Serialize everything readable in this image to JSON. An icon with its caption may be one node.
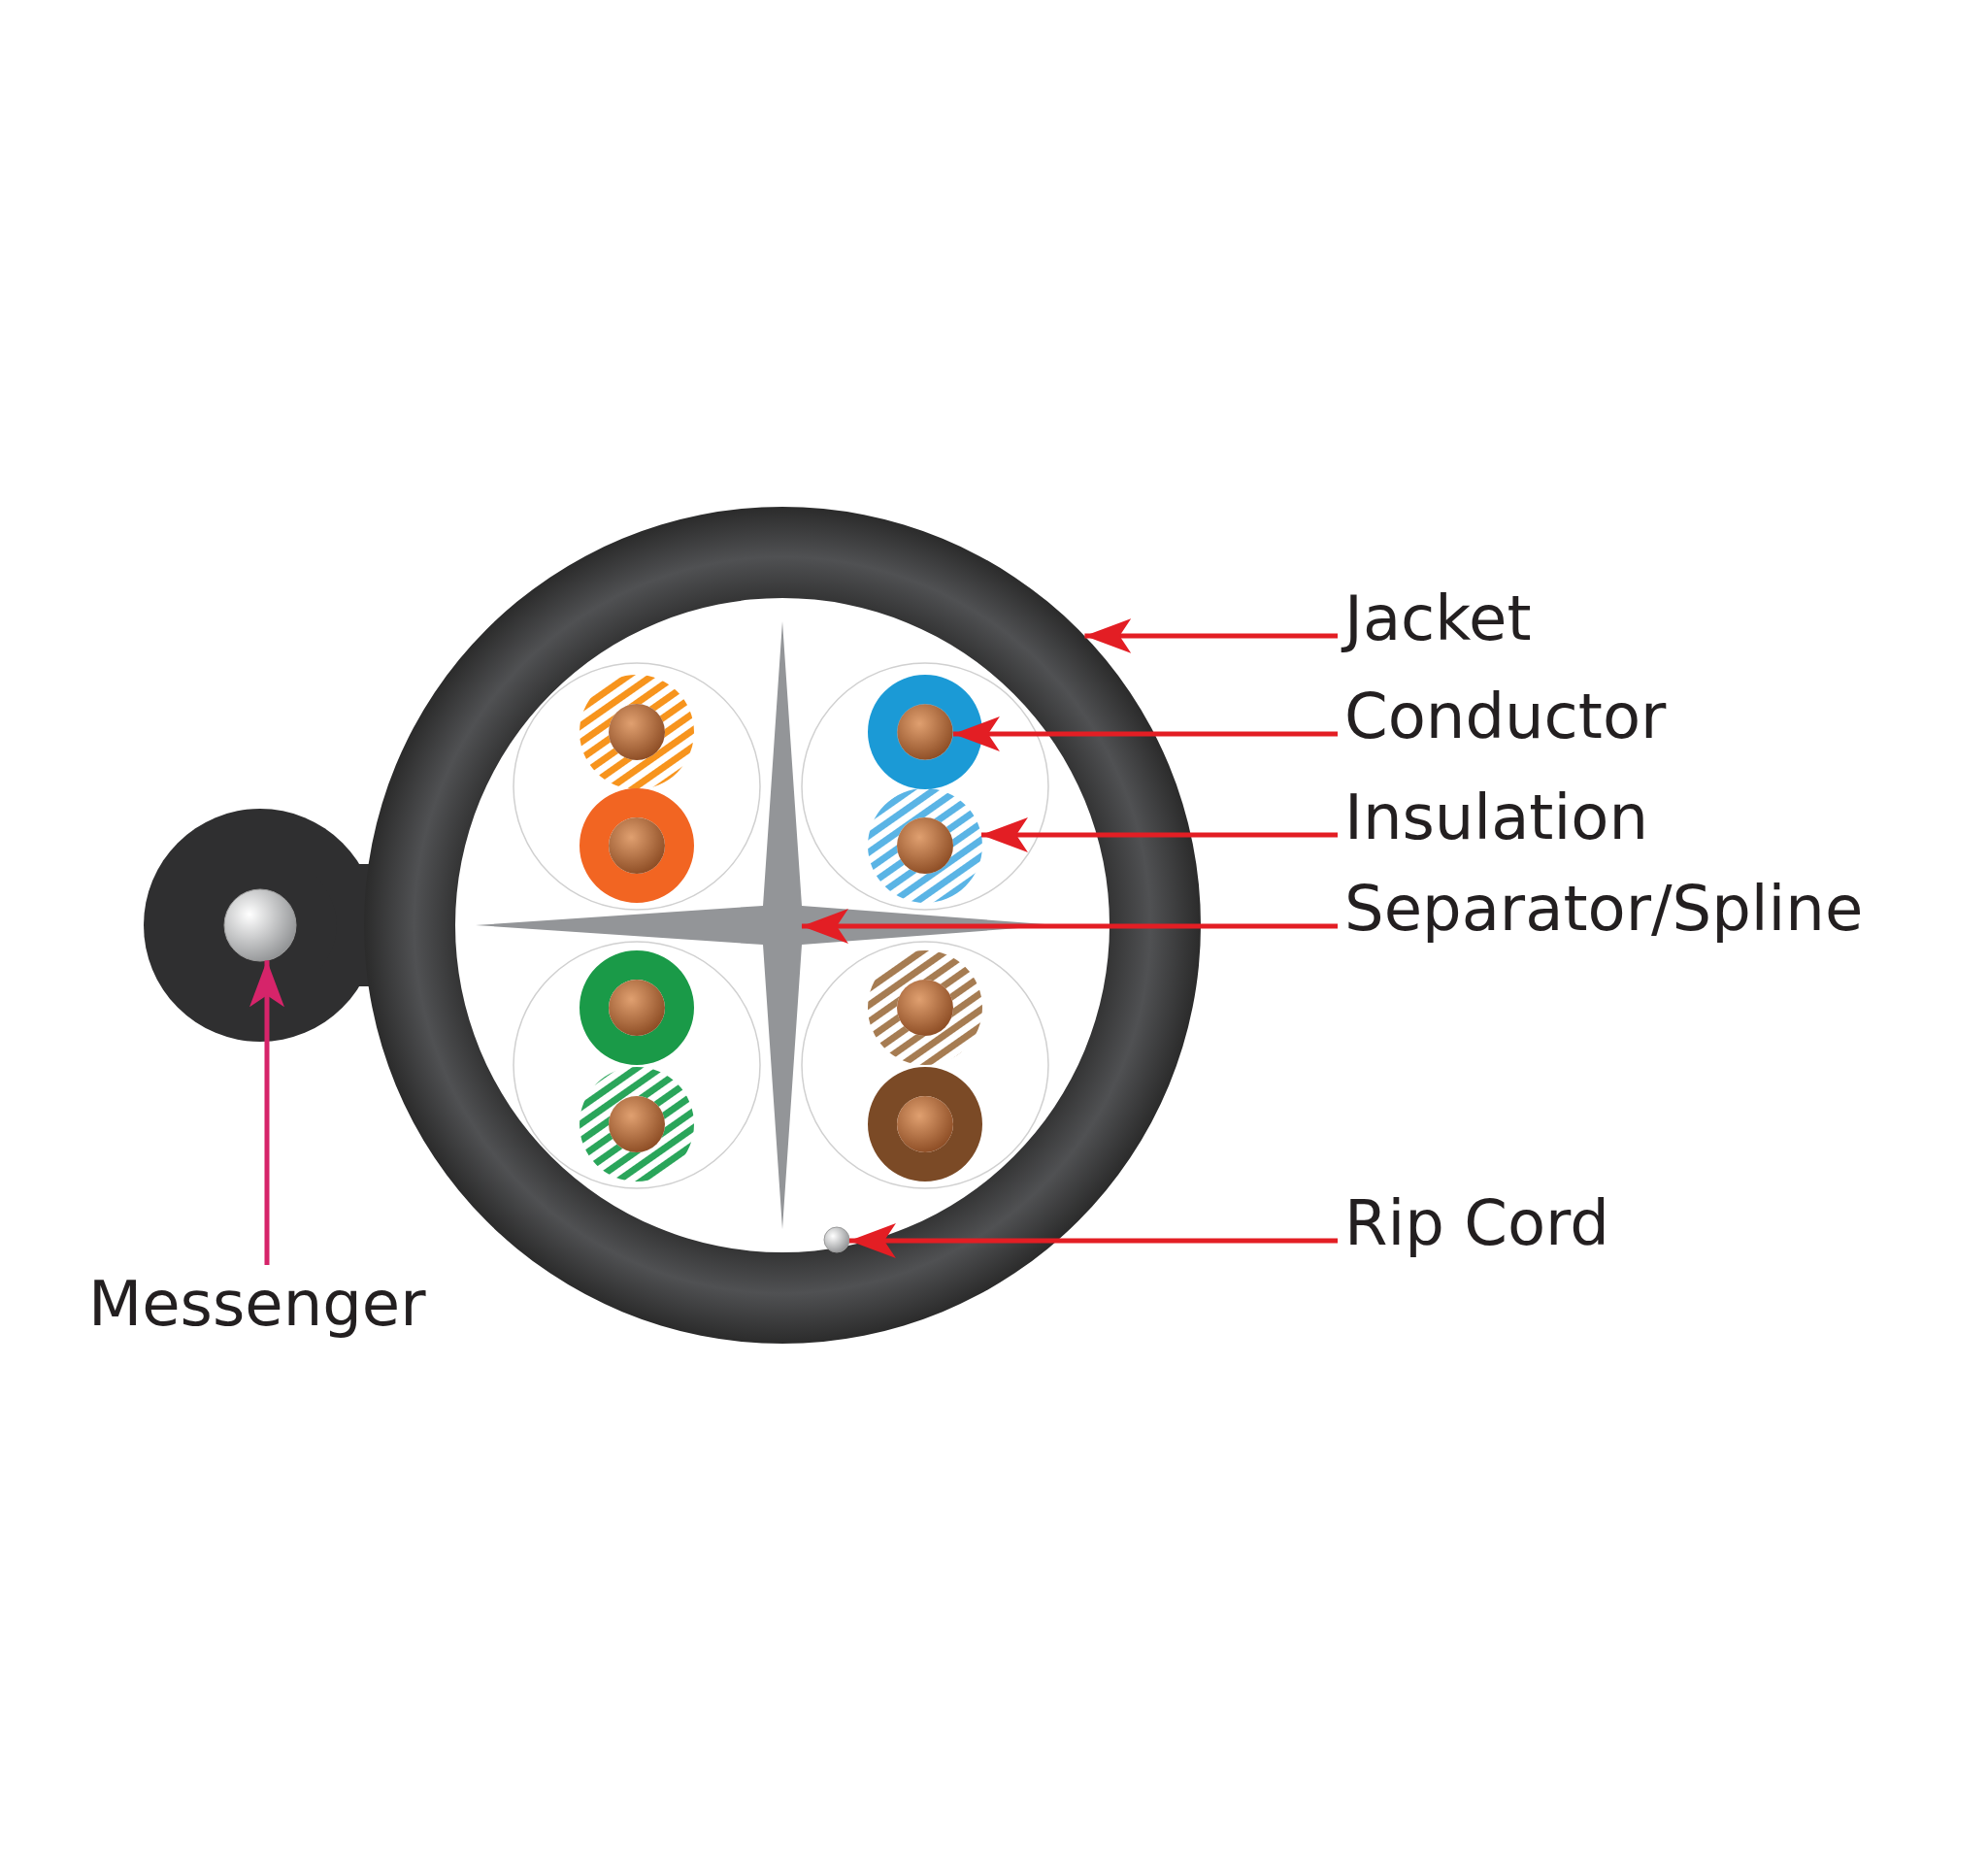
{
  "diagram": {
    "nodes": [
      {
        "text": [
          "Jacket"
        ]
      },
      {
        "text": [
          "Conductor"
        ]
      },
      {
        "text": [
          "Insulation"
        ]
      },
      {
        "text": [
          "Separator/Spline"
        ]
      },
      {
        "text": [
          "Rip Cord"
        ]
      },
      {
        "text": [
          "Messenger"
        ]
      },
      {
        "text": [],
        "shape": "ring"
      },
      {
        "text": [],
        "shape": "circle",
        "in": 6
      },
      {
        "text": [],
        "shape": "ring",
        "in": 6
      },
      {
        "text": [],
        "shape": "cross",
        "in": 6
      },
      {
        "text": [],
        "shape": "circle",
        "in": 6
      },
      {
        "text": [],
        "shape": "circle"
      }
    ],
    "edges": [
      {
        "from": 0,
        "to": 6,
        "arrow": "to"
      },
      {
        "from": 1,
        "to": 7,
        "arrow": "to"
      },
      {
        "from": 2,
        "to": 8,
        "arrow": "to"
      },
      {
        "from": 3,
        "to": 9,
        "arrow": "to"
      },
      {
        "from": 4,
        "to": 10,
        "arrow": "to"
      },
      {
        "from": 5,
        "to": 11,
        "arrow": "to",
        "color": "#d6246a"
      }
    ]
  }
}
